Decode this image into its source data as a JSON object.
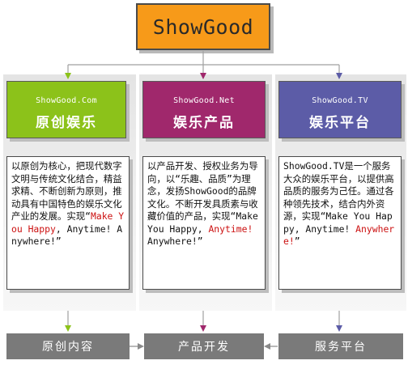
{
  "top": {
    "title": "ShowGood"
  },
  "columns": [
    {
      "subtitle": "ShowGood.Com",
      "title": "原创娱乐",
      "color": "#8cc21a",
      "desc": [
        {
          "t": "以原创为核心，把现代数字文明与传统文化结合，精益求精、不断创新为原则，推动具有中国特色的娱乐文化产业的发展。实现“"
        },
        {
          "t": "Make You Happy",
          "red": true
        },
        {
          "t": ", Anytime! Anywhere!”"
        }
      ]
    },
    {
      "subtitle": "ShowGood.Net",
      "title": "娱乐产品",
      "color": "#a0286c",
      "desc": [
        {
          "t": "以产品开发、授权业务为导向，以“乐趣、品质”为理念，发扬ShowGood的品牌文化。不断开发具质素与收藏价值的产品，实现“Make You Happy, "
        },
        {
          "t": "Anytime!",
          "red": true
        },
        {
          "t": " Anywhere!”"
        }
      ]
    },
    {
      "subtitle": "ShowGood.TV",
      "title": "娱乐平台",
      "color": "#5c5ca7",
      "desc": [
        {
          "t": "ShowGood.TV是一个服务大众的娱乐平台，以提供高品质的服务为己任。通过各种领先技术，结合内外资源，实现“Make You Happy, Anytime! "
        },
        {
          "t": "Anywhere!",
          "red": true
        },
        {
          "t": "”"
        }
      ]
    }
  ],
  "bottom": {
    "items": [
      "原创内容",
      "产品开发",
      "服务平台"
    ]
  },
  "colors": {
    "accent_orange": "#f79a19",
    "arrow_green": "#8cc21a",
    "arrow_pink": "#a0286c",
    "arrow_purple": "#5c5ca7",
    "button_gray": "#7a7a7a",
    "highlight_red": "#cc1111"
  }
}
